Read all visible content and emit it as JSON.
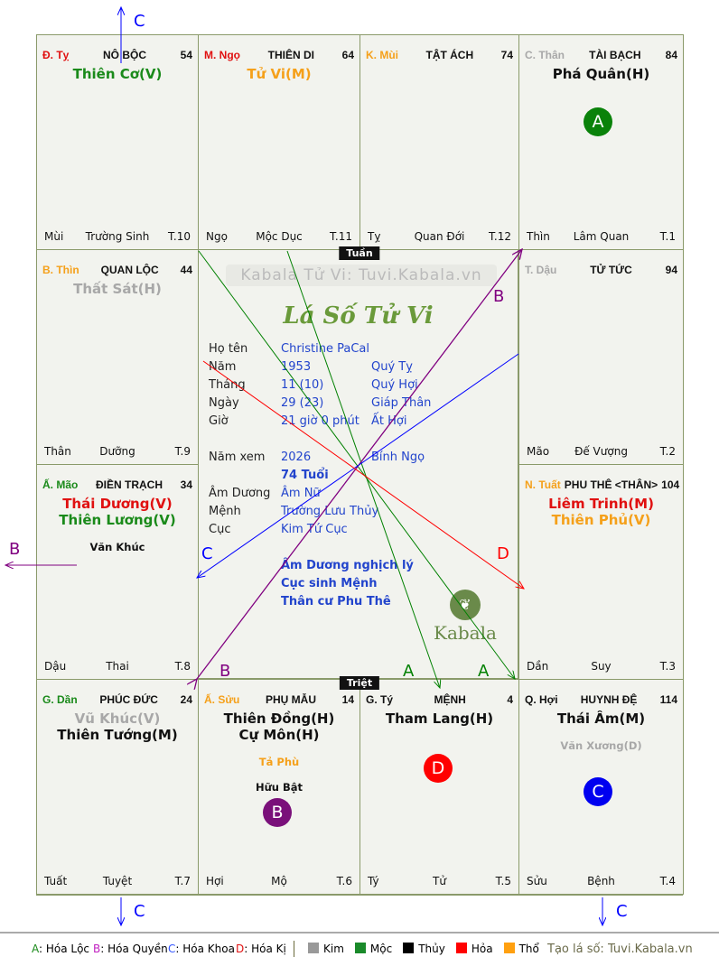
{
  "colors": {
    "green": "#1a8a1a",
    "orange": "#f5a01a",
    "red": "#e01010",
    "gray": "#a8a8a8",
    "black": "#111111",
    "purple": "#7a107a",
    "blue": "#1010e0"
  },
  "palaces": [
    {
      "can_chi": "Đ. Tỵ",
      "cc_color": "red",
      "name": "NÔ BỘC",
      "age": "54",
      "stars": [
        {
          "t": "Thiên Cơ(V)",
          "c": "green"
        }
      ],
      "minor": [],
      "foot": [
        "Mùi",
        "Trường Sinh",
        "T.10"
      ]
    },
    {
      "can_chi": "M. Ngọ",
      "cc_color": "red",
      "name": "THIÊN DI",
      "age": "64",
      "stars": [
        {
          "t": "Tử Vi(M)",
          "c": "orange"
        }
      ],
      "minor": [],
      "foot": [
        "Ngọ",
        "Mộc Dục",
        "T.11"
      ]
    },
    {
      "can_chi": "K. Mùi",
      "cc_color": "orange",
      "name": "TẬT ÁCH",
      "age": "74",
      "stars": [],
      "minor": [],
      "foot": [
        "Tỵ",
        "Quan Đới",
        "T.12"
      ]
    },
    {
      "can_chi": "C. Thân",
      "cc_color": "gray",
      "name": "TÀI BẠCH",
      "age": "84",
      "stars": [
        {
          "t": "Phá Quân(H)",
          "c": "black"
        }
      ],
      "minor": [],
      "foot": [
        "Thìn",
        "Lâm Quan",
        "T.1"
      ]
    },
    {
      "can_chi": "B. Thìn",
      "cc_color": "orange",
      "name": "QUAN LỘC",
      "age": "44",
      "stars": [
        {
          "t": "Thất Sát(H)",
          "c": "gray"
        }
      ],
      "minor": [],
      "foot": [
        "Thân",
        "Dưỡng",
        "T.9"
      ]
    },
    {
      "can_chi": "T. Dậu",
      "cc_color": "gray",
      "name": "TỬ TỨC",
      "age": "94",
      "stars": [],
      "minor": [],
      "foot": [
        "Mão",
        "Đế Vượng",
        "T.2"
      ]
    },
    {
      "can_chi": "Ấ. Mão",
      "cc_color": "green",
      "name": "ĐIỀN TRẠCH",
      "age": "34",
      "stars": [
        {
          "t": "Thái Dương(V)",
          "c": "red"
        },
        {
          "t": "Thiên Lương(V)",
          "c": "green"
        }
      ],
      "minor": [
        {
          "t": "Văn Khúc",
          "c": "black"
        }
      ],
      "foot": [
        "Dậu",
        "Thai",
        "T.8"
      ]
    },
    {
      "can_chi": "N. Tuất",
      "cc_color": "orange",
      "name": "PHU THÊ <THÂN>",
      "age": "104",
      "stars": [
        {
          "t": "Liêm Trinh(M)",
          "c": "red"
        },
        {
          "t": "Thiên Phủ(V)",
          "c": "orange"
        }
      ],
      "minor": [],
      "foot": [
        "Dần",
        "Suy",
        "T.3"
      ]
    },
    {
      "can_chi": "G. Dần",
      "cc_color": "green",
      "name": "PHÚC ĐỨC",
      "age": "24",
      "stars": [
        {
          "t": "Vũ Khúc(V)",
          "c": "gray"
        },
        {
          "t": "Thiên Tướng(M)",
          "c": "black"
        }
      ],
      "minor": [],
      "foot": [
        "Tuất",
        "Tuyệt",
        "T.7"
      ]
    },
    {
      "can_chi": "Ấ. Sửu",
      "cc_color": "orange",
      "name": "PHỤ MẪU",
      "age": "14",
      "stars": [
        {
          "t": "Thiên Đồng(H)",
          "c": "black"
        },
        {
          "t": "Cự Môn(H)",
          "c": "black"
        }
      ],
      "minor": [
        {
          "t": "Tả Phù",
          "c": "orange"
        },
        {
          "t": "Hữu Bật",
          "c": "black"
        }
      ],
      "foot": [
        "Hợi",
        "Mộ",
        "T.6"
      ]
    },
    {
      "can_chi": "G. Tý",
      "cc_color": "black",
      "name": "MỆNH",
      "age": "4",
      "stars": [
        {
          "t": "Tham Lang(H)",
          "c": "black"
        }
      ],
      "minor": [],
      "foot": [
        "Tý",
        "Tử",
        "T.5"
      ]
    },
    {
      "can_chi": "Q. Hợi",
      "cc_color": "black",
      "name": "HUYNH ĐỆ",
      "age": "114",
      "stars": [
        {
          "t": "Thái Âm(M)",
          "c": "black"
        }
      ],
      "minor": [
        {
          "t": "Văn Xương(D)",
          "c": "gray"
        }
      ],
      "foot": [
        "Sửu",
        "Bệnh",
        "T.4"
      ]
    }
  ],
  "center": {
    "watermark": "Kabala Tử Vi: Tuvi.Kabala.vn",
    "title": "Lá Số Tử Vi",
    "rows": [
      {
        "label": "Họ tên",
        "v1": "Christine PaCal",
        "v2": ""
      },
      {
        "label": "Năm",
        "v1": "1953",
        "v2": "Quý Tỵ"
      },
      {
        "label": "Tháng",
        "v1": "11  (10)",
        "v2": "Quý Hợi"
      },
      {
        "label": "Ngày",
        "v1": "29  (23)",
        "v2": "Giáp Thân"
      },
      {
        "label": "Giờ",
        "v1": "21 giờ 0 phút",
        "v2": "Ất Hợi"
      }
    ],
    "rows2": [
      {
        "label": "Năm xem",
        "v1": "2026",
        "v2": "Bính Ngọ"
      },
      {
        "label": "",
        "v1": "74 Tuổi",
        "v2": ""
      },
      {
        "label": "Âm Dương",
        "v1": "Âm Nữ",
        "v2": ""
      },
      {
        "label": "Mệnh",
        "v1": "Trường Lưu Thủy",
        "v2": ""
      },
      {
        "label": "Cục",
        "v1": "Kim Tứ Cục",
        "v2": ""
      }
    ],
    "notes": [
      "Âm Dương nghịch lý",
      "Cục sinh Mệnh",
      "Thân cư Phu Thê"
    ],
    "logo": "Kabala"
  },
  "tags": {
    "tuan": "Tuần",
    "triet": "Triệt"
  },
  "markers": {
    "A": "A",
    "B": "B",
    "C": "C",
    "D": "D"
  },
  "legend": {
    "a": "A",
    "a_label": ": Hóa Lộc",
    "b": "B",
    "b_label": ": Hóa Quyền",
    "c": "C",
    "c_label": ": Hóa Khoa",
    "d": "D",
    "d_label": ": Hóa Kị",
    "elements": [
      {
        "t": "Kim",
        "c": "#999999"
      },
      {
        "t": "Mộc",
        "c": "#1a8a2a"
      },
      {
        "t": "Thủy",
        "c": "#000000"
      },
      {
        "t": "Hỏa",
        "c": "#ff0000"
      },
      {
        "t": "Thổ",
        "c": "#ffa010"
      }
    ],
    "credit": "Tạo lá số: Tuvi.Kabala.vn"
  }
}
